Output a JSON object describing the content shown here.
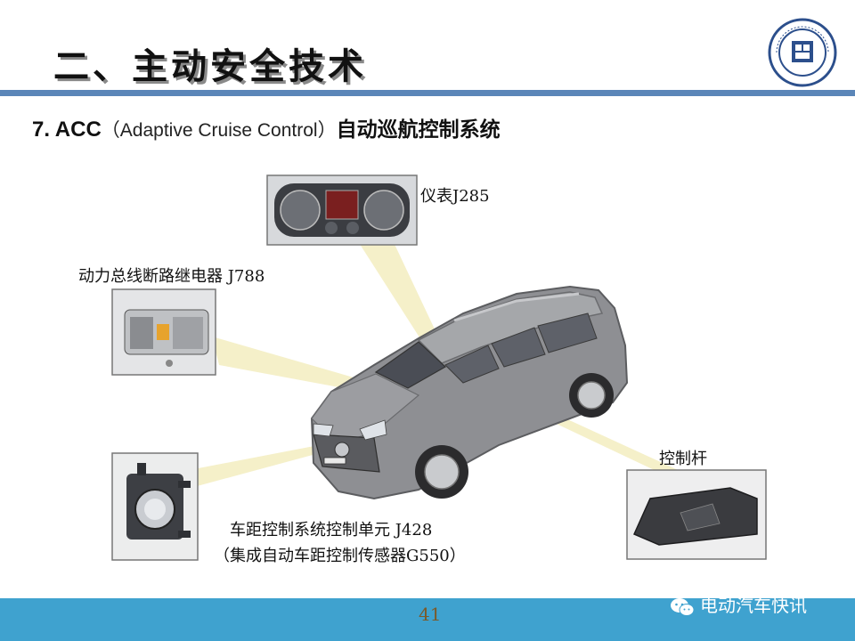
{
  "header": {
    "title": "二、主动安全技术",
    "subtitle_prefix": "7. ACC",
    "subtitle_paren_open": "（",
    "subtitle_english": "Adaptive Cruise Control",
    "subtitle_paren_close": "）",
    "subtitle_chinese": "自动巡航控制系统"
  },
  "callouts": {
    "instrument": "仪表J285",
    "relay": "动力总线断路继电器 J788",
    "lever": "控制杆",
    "unit_line1": "车距控制系统控制单元  J428",
    "unit_line2": "（集成自动车距控制传感器G550）"
  },
  "footer": {
    "page_number": "41",
    "wechat_account": "电动汽车快讯"
  },
  "colors": {
    "title_rule": "#5b86b8",
    "footer_bar": "#3fa2cf",
    "callout_beam": "#f3edc0"
  },
  "icons": [
    "university-seal-icon",
    "wechat-icon"
  ]
}
